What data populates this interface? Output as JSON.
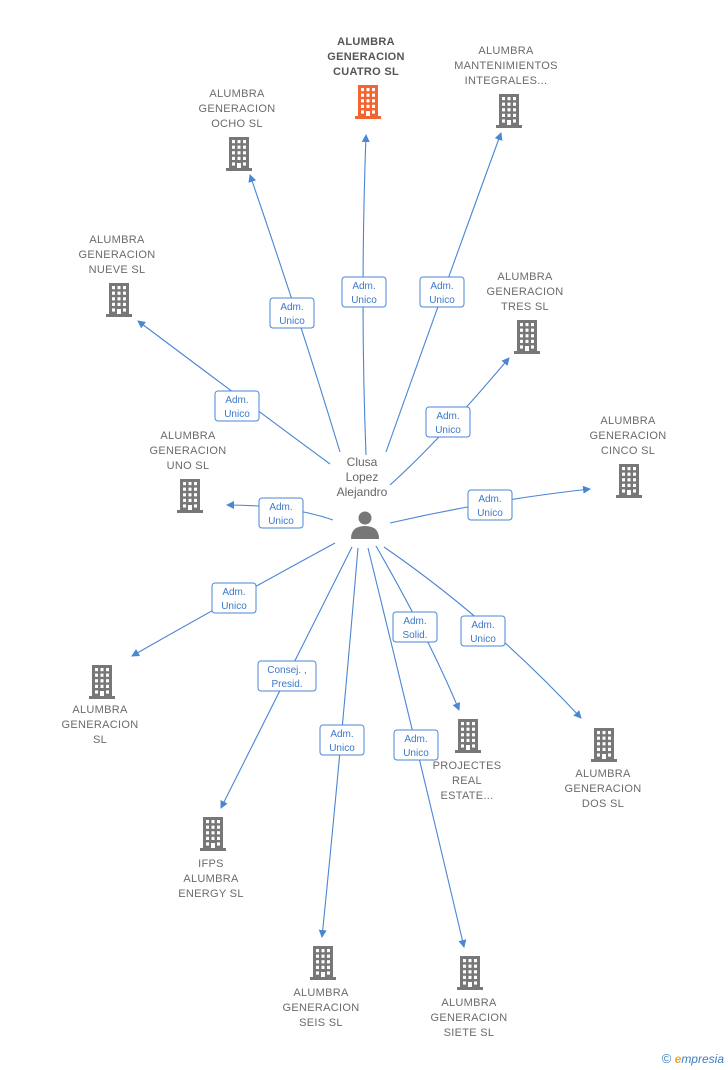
{
  "person": {
    "lines": [
      "Clusa",
      "Lopez",
      "Alejandro"
    ]
  },
  "colors": {
    "edge": "#4a86d4",
    "building": "#777777",
    "building_highlight": "#f26430"
  },
  "companies": [
    {
      "id": "cuatro",
      "lines": [
        "ALUMBRA",
        "GENERACION",
        "CUATRO  SL"
      ],
      "highlight": true
    },
    {
      "id": "mant",
      "lines": [
        "ALUMBRA",
        "MANTENIMIENTOS",
        "INTEGRALES..."
      ]
    },
    {
      "id": "ocho",
      "lines": [
        "ALUMBRA",
        "GENERACION",
        "OCHO  SL"
      ]
    },
    {
      "id": "nueve",
      "lines": [
        "ALUMBRA",
        "GENERACION",
        "NUEVE  SL"
      ]
    },
    {
      "id": "tres",
      "lines": [
        "ALUMBRA",
        "GENERACION",
        "TRES  SL"
      ]
    },
    {
      "id": "cinco",
      "lines": [
        "ALUMBRA",
        "GENERACION",
        "CINCO  SL"
      ]
    },
    {
      "id": "uno",
      "lines": [
        "ALUMBRA",
        "GENERACION",
        "UNO  SL"
      ]
    },
    {
      "id": "gen",
      "lines": [
        "ALUMBRA",
        "GENERACION",
        "SL"
      ]
    },
    {
      "id": "projectes",
      "lines": [
        "PROJECTES",
        "REAL",
        "ESTATE..."
      ]
    },
    {
      "id": "dos",
      "lines": [
        "ALUMBRA",
        "GENERACION",
        "DOS  SL"
      ]
    },
    {
      "id": "ifps",
      "lines": [
        "IFPS",
        "ALUMBRA",
        "ENERGY  SL"
      ]
    },
    {
      "id": "seis",
      "lines": [
        "ALUMBRA",
        "GENERACION",
        "SEIS  SL"
      ]
    },
    {
      "id": "siete",
      "lines": [
        "ALUMBRA",
        "GENERACION",
        "SIETE  SL"
      ]
    }
  ],
  "relations": [
    {
      "to": "cuatro",
      "lines": [
        "Adm.",
        "Unico"
      ]
    },
    {
      "to": "mant",
      "lines": [
        "Adm.",
        "Unico"
      ]
    },
    {
      "to": "ocho",
      "lines": [
        "Adm.",
        "Unico"
      ]
    },
    {
      "to": "nueve",
      "lines": [
        "Adm.",
        "Unico"
      ]
    },
    {
      "to": "tres",
      "lines": [
        "Adm.",
        "Unico"
      ]
    },
    {
      "to": "cinco",
      "lines": [
        "Adm.",
        "Unico"
      ]
    },
    {
      "to": "uno",
      "lines": [
        "Adm.",
        "Unico"
      ]
    },
    {
      "to": "gen",
      "lines": [
        "Adm.",
        "Unico"
      ]
    },
    {
      "to": "projectes",
      "lines": [
        "Adm.",
        "Solid."
      ]
    },
    {
      "to": "dos",
      "lines": [
        "Adm.",
        "Unico"
      ]
    },
    {
      "to": "ifps",
      "lines": [
        "Consej. ,",
        "Presid."
      ]
    },
    {
      "to": "seis",
      "lines": [
        "Adm.",
        "Unico"
      ]
    },
    {
      "to": "siete",
      "lines": [
        "Adm.",
        "Unico"
      ]
    }
  ],
  "footer": {
    "copyright": "©",
    "brand_initial": "e",
    "brand_rest": "mpresia"
  }
}
